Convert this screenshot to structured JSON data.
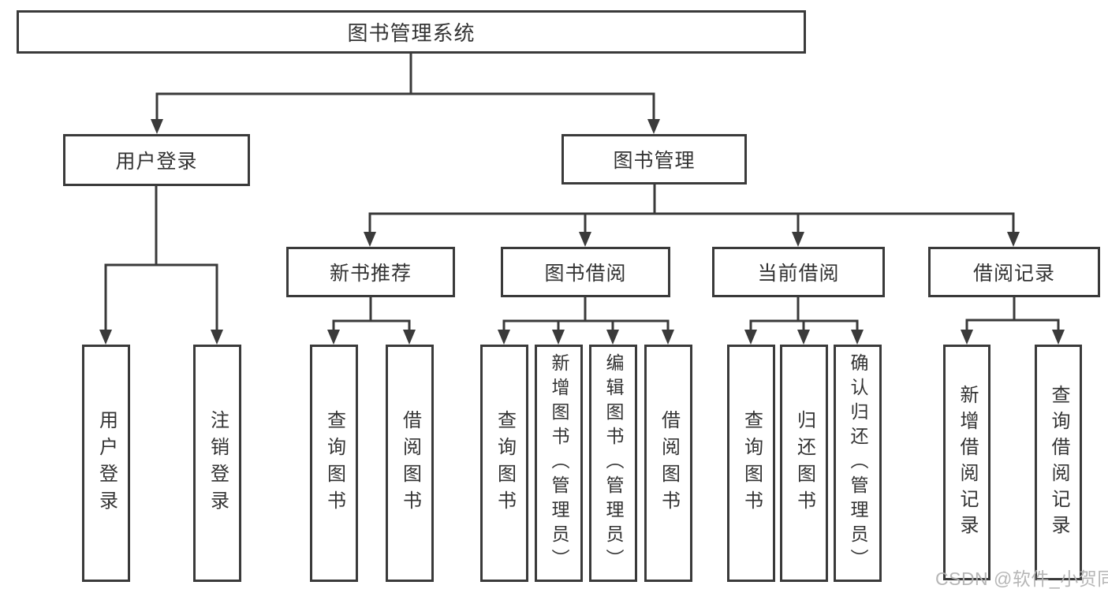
{
  "colors": {
    "line": "#3a3a3a",
    "text": "#333333",
    "background": "#ffffff",
    "watermark": "#b2b2b2"
  },
  "diagram": {
    "root": "图书管理系统",
    "branches": [
      {
        "label": "用户登录",
        "children": [
          "用户登录",
          "注销登录"
        ]
      },
      {
        "label": "图书管理",
        "children": [
          {
            "label": "新书推荐",
            "children": [
              "查询图书",
              "借阅图书"
            ]
          },
          {
            "label": "图书借阅",
            "children": [
              "查询图书",
              "新增图书（管理员）",
              "编辑图书（管理员）",
              "借阅图书"
            ]
          },
          {
            "label": "当前借阅",
            "children": [
              "查询图书",
              "归还图书",
              "确认归还（管理员）"
            ]
          },
          {
            "label": "借阅记录",
            "children": [
              "新增借阅记录",
              "查询借阅记录"
            ]
          }
        ]
      }
    ]
  },
  "watermark": "CSDN @软件_小贺同学"
}
